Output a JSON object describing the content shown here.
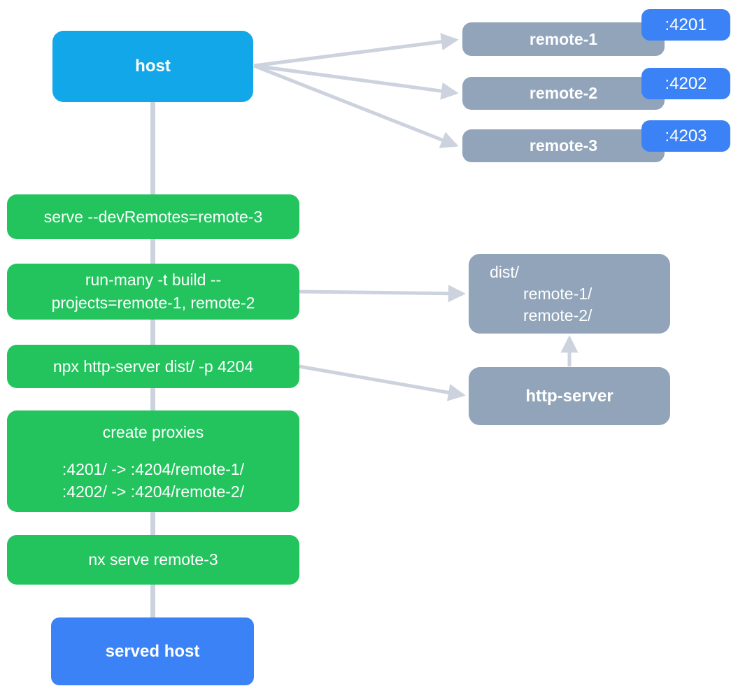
{
  "nodes": {
    "host": {
      "label": "host"
    },
    "remotes": [
      {
        "name": "remote-1",
        "port": ":4201"
      },
      {
        "name": "remote-2",
        "port": ":4202"
      },
      {
        "name": "remote-3",
        "port": ":4203"
      }
    ],
    "dist": {
      "root": "dist/",
      "children": [
        "remote-1/",
        "remote-2/"
      ]
    },
    "http_server": {
      "label": "http-server"
    },
    "served_host": {
      "label": "served host"
    }
  },
  "steps": {
    "serve_dev_remotes": "serve --devRemotes=remote-3",
    "build": {
      "line1": "run-many -t build --",
      "line2": "projects=remote-1, remote-2"
    },
    "http_server_command": "npx http-server dist/ -p 4204",
    "proxies": {
      "title": "create proxies",
      "rules": [
        ":4201/ -> :4204/remote-1/",
        ":4202/ -> :4204/remote-2/"
      ]
    },
    "serve_remote_3": "nx serve remote-3"
  },
  "colors": {
    "host_cyan": "#12a7e8",
    "accent_blue": "#3b82f6",
    "step_green": "#23c45e",
    "node_gray": "#91a4ba",
    "connector_gray": "#ccd3de",
    "text": "#ffffff",
    "background": "#ffffff"
  }
}
